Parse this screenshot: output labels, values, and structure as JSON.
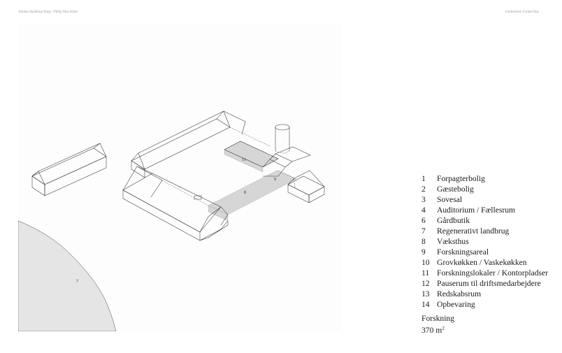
{
  "header": {
    "left": "Amalie Skallerup Bang  /  Philip Mai Sester",
    "right": "Fællesfond, Fynkel Hus"
  },
  "plan_labels": {
    "l7": "7",
    "l8": "8",
    "l9": "9",
    "l11": "11"
  },
  "legend": [
    {
      "num": "1",
      "label": "Forpagterbolig"
    },
    {
      "num": "2",
      "label": "Gæstebolig"
    },
    {
      "num": "3",
      "label": "Sovesal"
    },
    {
      "num": "4",
      "label": "Auditorium / Fællesrum"
    },
    {
      "num": "6",
      "label": "Gårdbutik"
    },
    {
      "num": "7",
      "label": "Regenerativt landbrug"
    },
    {
      "num": "8",
      "label": "Væksthus"
    },
    {
      "num": "9",
      "label": "Forskningsareal"
    },
    {
      "num": "10",
      "label": "Grovkøkken / Vaskekøkken"
    },
    {
      "num": "11",
      "label": "Forskningslokaler / Kontorpladser"
    },
    {
      "num": "12",
      "label": "Pauserum til driftsmedarbejdere"
    },
    {
      "num": "13",
      "label": "Redskabsrum"
    },
    {
      "num": "14",
      "label": "Opbevaring"
    }
  ],
  "summary": {
    "title": "Forskning",
    "area": "370 m",
    "area_sup": "2"
  },
  "colors": {
    "land_fill": "#e5e5e5",
    "highlight_fill": "#d6d6d6",
    "line": "#333333"
  }
}
